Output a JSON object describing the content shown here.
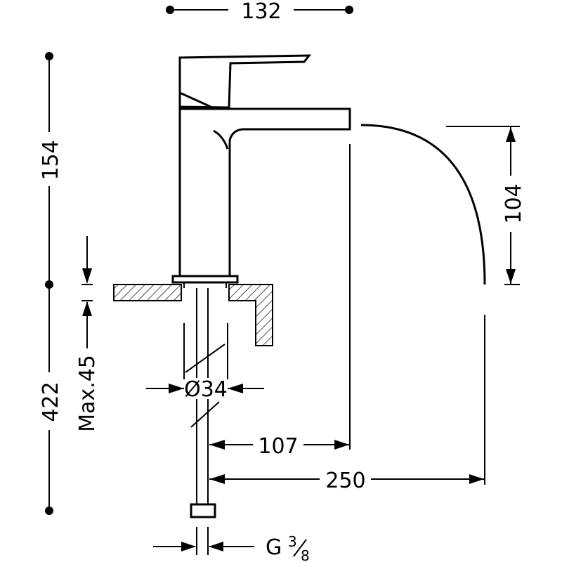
{
  "drawing": {
    "subject": "single-lever basin faucet",
    "colors": {
      "line": "#000000",
      "background": "#ffffff"
    }
  },
  "dimensions": {
    "overall_width": "132",
    "height_above_deck": "154",
    "length_below_deck": "422",
    "max_deck_thickness": "Max.45",
    "shank_diameter": "Ø34",
    "spout_reach": "107",
    "flow_reach": "250",
    "flow_drop": "104",
    "thread": "G",
    "thread_numerator": "3",
    "thread_denominator": "8"
  }
}
